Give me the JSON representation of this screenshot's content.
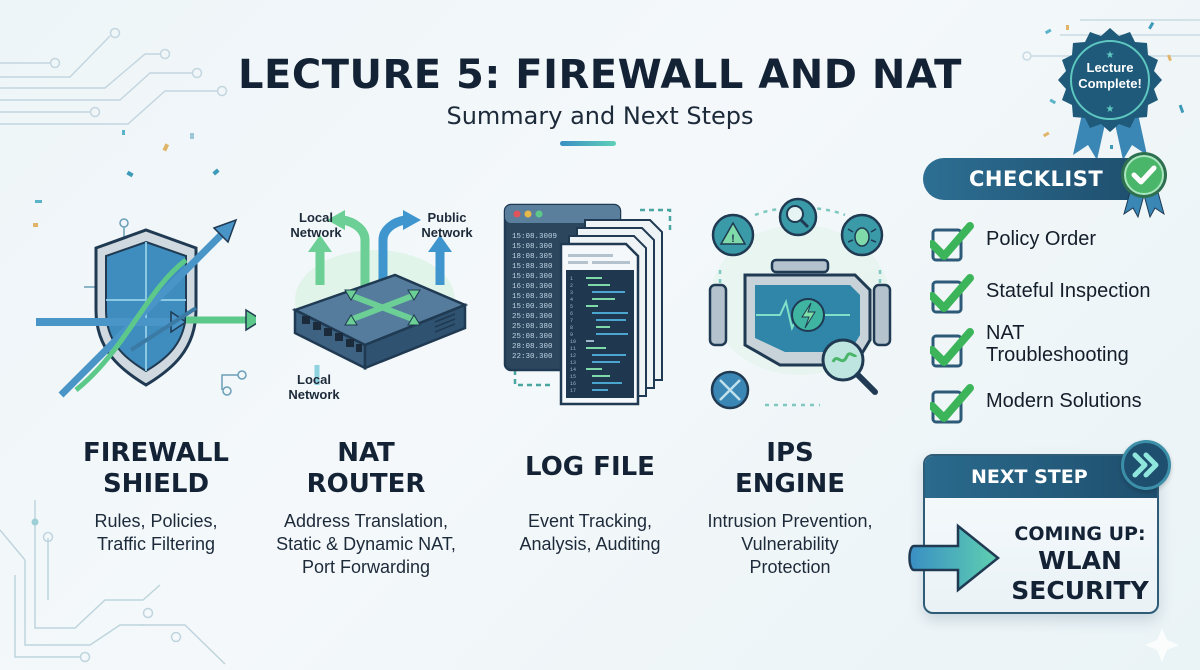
{
  "header": {
    "title": "LECTURE 5: FIREWALL AND NAT",
    "subtitle": "Summary and Next Steps"
  },
  "badge": {
    "line1": "Lecture",
    "line2": "Complete!"
  },
  "cards": [
    {
      "icon": "firewall-shield-icon",
      "title_line1": "FIREWALL",
      "title_line2": "SHIELD",
      "desc_line1": "Rules, Policies,",
      "desc_line2": "Traffic Filtering",
      "desc_line3": ""
    },
    {
      "icon": "nat-router-icon",
      "title_line1": "NAT",
      "title_line2": "ROUTER",
      "desc_line1": "Address Translation,",
      "desc_line2": "Static & Dynamic NAT,",
      "desc_line3": "Port Forwarding",
      "labels": {
        "local_top_1": "Local",
        "local_top_2": "Network",
        "public_1": "Public",
        "public_2": "Network",
        "local_bottom_1": "Local",
        "local_bottom_2": "Network"
      }
    },
    {
      "icon": "log-file-icon",
      "title_line1": "LOG FILE",
      "title_line2": "",
      "desc_line1": "Event Tracking,",
      "desc_line2": "Analysis, Auditing",
      "desc_line3": "",
      "timestamps": [
        "15:08.3009",
        "15:08.300",
        "18:08.305",
        "15:88.380",
        "15:08.300",
        "16:08.300",
        "15:08.380",
        "15:00.300",
        "25:08.300",
        "25:08.380",
        "25:08.300",
        "28:08.300",
        "22:30.300"
      ],
      "line_numbers": [
        "1",
        "2",
        "3",
        "4",
        "5",
        "6",
        "7",
        "8",
        "9",
        "10",
        "11",
        "12",
        "13",
        "14",
        "15",
        "16",
        "17"
      ]
    },
    {
      "icon": "ips-engine-icon",
      "title_line1": "IPS",
      "title_line2": "ENGINE",
      "desc_line1": "Intrusion Prevention,",
      "desc_line2": "Vulnerability",
      "desc_line3": "Protection"
    }
  ],
  "checklist": {
    "title": "CHECKLIST",
    "items": [
      {
        "line1": "Policy Order",
        "line2": "",
        "checked": true
      },
      {
        "line1": "Stateful Inspection",
        "line2": "",
        "checked": true
      },
      {
        "line1": "NAT",
        "line2": "Troubleshooting",
        "checked": true
      },
      {
        "line1": "Modern Solutions",
        "line2": "",
        "checked": true
      }
    ]
  },
  "next_step": {
    "header": "NEXT STEP",
    "line1": "COMING UP:",
    "line2": "WLAN",
    "line3": "SECURITY"
  },
  "colors": {
    "navy": "#142235",
    "teal_blue": "#2d6f93",
    "green": "#3cb55a",
    "accent_cyan": "#5fd0b8"
  }
}
